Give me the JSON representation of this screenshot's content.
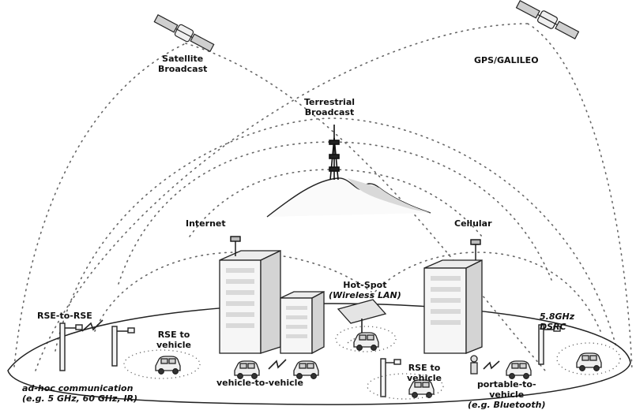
{
  "labels": {
    "satellite": [
      "Satellite",
      "Broadcast"
    ],
    "gps": "GPS/GALILEO",
    "terrestrial": [
      "Terrestrial",
      "Broadcast"
    ],
    "internet": "Internet",
    "cellular": "Cellular",
    "hotspot": [
      "Hot-Spot",
      "(Wireless LAN)"
    ],
    "rse_to_rse": "RSE-to-RSE",
    "rse_to_vehicle_left": [
      "RSE to",
      "vehicle"
    ],
    "dsrc": [
      "5.8GHz",
      "DSRC"
    ],
    "vehicle_to_vehicle": "vehicle-to-vehicle",
    "rse_to_vehicle_mid": [
      "RSE to",
      "vehicle"
    ],
    "portable_to_vehicle": [
      "portable-to-",
      "vehicle",
      "(e.g. Bluetooth)"
    ],
    "adhoc": [
      "ad-hoc communication",
      "(e.g. 5 GHz, 60 GHz, IR)"
    ]
  },
  "colors": {
    "stroke": "#222222",
    "fill_building": "#f4f4f4",
    "window": "#d8d8d8",
    "dots": "#666666"
  }
}
